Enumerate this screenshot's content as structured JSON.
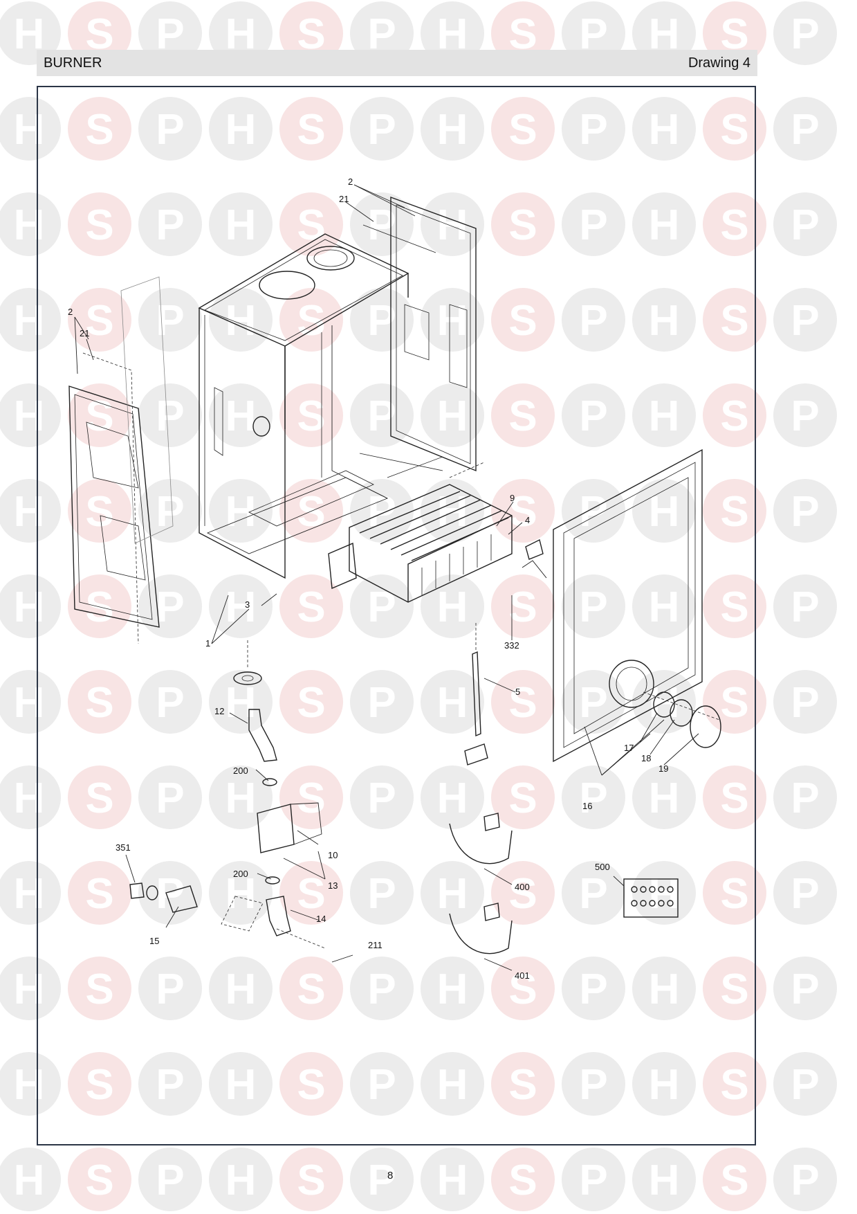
{
  "header": {
    "title": "BURNER",
    "drawing": "Drawing 4"
  },
  "watermark": {
    "letters": [
      "H",
      "S",
      "P"
    ],
    "circle_color": "#ececec",
    "accent_color": "#f8e4e4",
    "letter_color": "#ffffff"
  },
  "callouts": [
    {
      "id": "2",
      "label": "2"
    },
    {
      "id": "21",
      "label": "21"
    },
    {
      "id": "2b",
      "label": "2"
    },
    {
      "id": "21b",
      "label": "21"
    },
    {
      "id": "1",
      "label": "1"
    },
    {
      "id": "3",
      "label": "3"
    },
    {
      "id": "9",
      "label": "9"
    },
    {
      "id": "4",
      "label": "4"
    },
    {
      "id": "332",
      "label": "332"
    },
    {
      "id": "5",
      "label": "5"
    },
    {
      "id": "12",
      "label": "12"
    },
    {
      "id": "200a",
      "label": "200"
    },
    {
      "id": "10",
      "label": "10"
    },
    {
      "id": "13",
      "label": "13"
    },
    {
      "id": "351",
      "label": "351"
    },
    {
      "id": "200b",
      "label": "200"
    },
    {
      "id": "14",
      "label": "14"
    },
    {
      "id": "15",
      "label": "15"
    },
    {
      "id": "211",
      "label": "211"
    },
    {
      "id": "400",
      "label": "400"
    },
    {
      "id": "401",
      "label": "401"
    },
    {
      "id": "500",
      "label": "500"
    },
    {
      "id": "17",
      "label": "17"
    },
    {
      "id": "18",
      "label": "18"
    },
    {
      "id": "19",
      "label": "19"
    },
    {
      "id": "16",
      "label": "16"
    }
  ],
  "page_number": "8"
}
